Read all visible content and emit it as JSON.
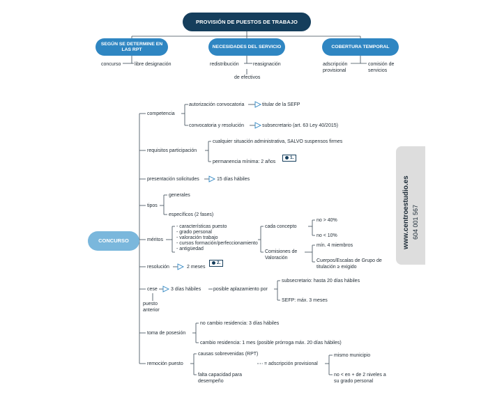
{
  "header": {
    "title": "PROVISIÓN DE PUESTOS DE TRABAJO",
    "categories": [
      {
        "label": "SEGÚN SE DETERMINE EN LAS RPT",
        "items": [
          "concurso",
          "libre designación"
        ]
      },
      {
        "label": "NECESIDADES DEL SERVICIO",
        "items": [
          "redistribución",
          "reasignación",
          "de efectivos"
        ]
      },
      {
        "label": "COBERTURA TEMPORAL",
        "items": [
          "adscripción provisional",
          "comisión de servicios"
        ]
      }
    ]
  },
  "concurso": {
    "label": "CONCURSO",
    "competencia": {
      "label": "competencia",
      "items": [
        {
          "label": "autorización convocatoria",
          "result": "titular de la SEFP"
        },
        {
          "label": "convocatoria y resolución",
          "result": "subsecretario (art. 63 Ley 40/2015)"
        }
      ]
    },
    "requisitos": {
      "label": "requisitos participación",
      "items": [
        "cualquier situación administrativa, SALVO suspensos firmes",
        "permanencia mínima: 2 años"
      ],
      "badge": "1."
    },
    "presentacion": {
      "label": "presentación solicitudes",
      "result": "15 días hábiles"
    },
    "tipos": {
      "label": "tipos",
      "items": [
        "generales",
        "específicos (2 fases)"
      ]
    },
    "meritos": {
      "label": "méritos",
      "list": [
        "- características puesto",
        "- grado personal",
        "- valoración trabajo",
        "- cursos formación/perfeccionamiento",
        "- antigüedad"
      ],
      "cada_concepto": {
        "label": "cada concepto",
        "items": [
          "no > 40%",
          "no < 10%"
        ]
      },
      "comisiones": {
        "label": "Comisiones de Valoración",
        "items": [
          "mín. 4 miembros",
          "Cuerpos/Escalas de Grupo de titulación ≥ exigido"
        ]
      }
    },
    "resolucion": {
      "label": "resolución",
      "result": "2 meses",
      "badge": "2."
    },
    "cese": {
      "label": "cese",
      "sub": "puesto anterior",
      "days": "3 días hábiles",
      "aplazamiento": "posible aplazamiento por",
      "items": [
        "subsecretario: hasta 20 días hábiles",
        "SEFP: máx. 3 meses"
      ]
    },
    "toma": {
      "label": "toma de posesión",
      "items": [
        "no cambio residencia: 3 días hábiles",
        "cambio residencia: 1 mes (posible prórroga máx. 20 días hábiles)"
      ]
    },
    "remocion": {
      "label": "remoción puesto",
      "causes": [
        "causas sobrevenidas (RPT)",
        "falta capacidad para desempeño"
      ],
      "result": "= adscripción provisional",
      "items": [
        "mismo municipio",
        "no < en + de 2 niveles a su grado personal"
      ]
    }
  },
  "sidebar": {
    "website": "www.centroestudio.es",
    "phone": "604 001 567"
  }
}
